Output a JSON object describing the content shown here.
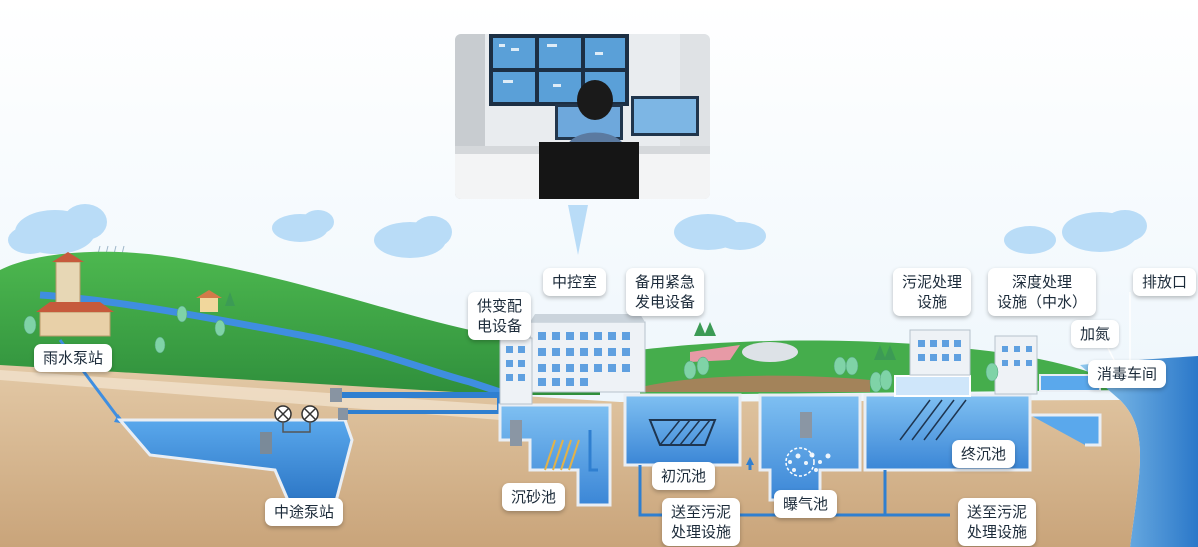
{
  "labels": {
    "control_room": "中控室",
    "power_supply": "供变配\n电设备",
    "backup_generator": "备用紧急\n发电设备",
    "sludge_facility": "污泥处理\n设施",
    "advanced_treatment": "深度处理\n设施（中水）",
    "outfall": "排放口",
    "ammonia": "加氮",
    "disinfection": "消毒车间",
    "rain_pump": "雨水泵站",
    "relay_pump": "中途泵站",
    "grit_chamber": "沉砂池",
    "primary_settling": "初沉池",
    "aeration_tank": "曝气池",
    "final_settling": "终沉池",
    "to_sludge_1": "送至污泥\n处理设施",
    "to_sludge_2": "送至污泥\n处理设施"
  },
  "colors": {
    "water": "#2f7fd0",
    "hill": "#3fa84a",
    "ground": "#d6b68e",
    "sky_cloud": "#b9dcf7",
    "building": "#eef2f6"
  }
}
